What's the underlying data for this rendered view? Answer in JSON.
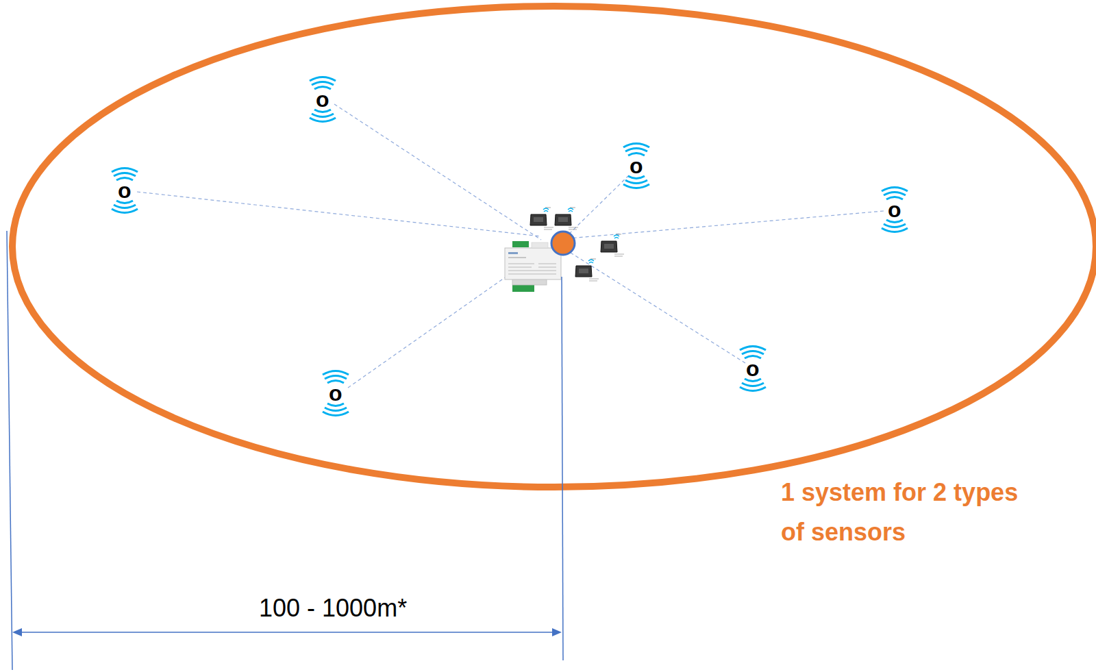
{
  "diagram": {
    "labels": [
      "o",
      "o",
      "o",
      "o",
      "o",
      "o",
      "100 - 1000m*",
      "1 system for 2 types of sensors"
    ]
  }
}
